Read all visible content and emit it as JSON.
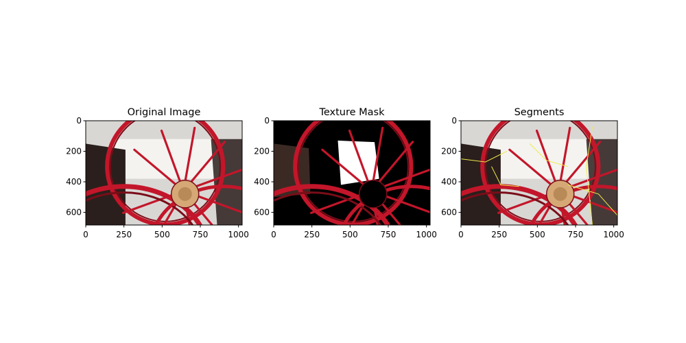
{
  "chart_data": [
    {
      "type": "image",
      "title": "Original Image",
      "xlim": [
        0,
        1024
      ],
      "ylim": [
        683,
        0
      ],
      "xticks": [
        "0",
        "250",
        "500",
        "750",
        "1000"
      ],
      "yticks": [
        "0",
        "200",
        "400",
        "600"
      ],
      "content": "original",
      "colors": {
        "background": "#d9d7d4",
        "wheel": "#c3162a",
        "wheel_dark": "#7a0d18",
        "hub": "#d6a875",
        "shadow": "#2a1f1c"
      }
    },
    {
      "type": "image",
      "title": "Texture Mask",
      "xlim": [
        0,
        1024
      ],
      "ylim": [
        683,
        0
      ],
      "xticks": [
        "0",
        "250",
        "500",
        "750",
        "1000"
      ],
      "yticks": [
        "0",
        "200",
        "400",
        "600"
      ],
      "content": "mask",
      "colors": {
        "background": "#000000",
        "wheel": "#c3162a",
        "wheel_dark": "#7a0d18",
        "hub": "#000000",
        "shadow": "#000000"
      }
    },
    {
      "type": "image",
      "title": "Segments",
      "xlim": [
        0,
        1024
      ],
      "ylim": [
        683,
        0
      ],
      "xticks": [
        "0",
        "250",
        "500",
        "750",
        "1000"
      ],
      "yticks": [
        "0",
        "200",
        "400",
        "600"
      ],
      "content": "segments",
      "colors": {
        "background": "#d9d7d4",
        "wheel": "#c3162a",
        "wheel_dark": "#7a0d18",
        "hub": "#d6a875",
        "shadow": "#2a1f1c",
        "boundary": "#f0e94a"
      }
    }
  ]
}
